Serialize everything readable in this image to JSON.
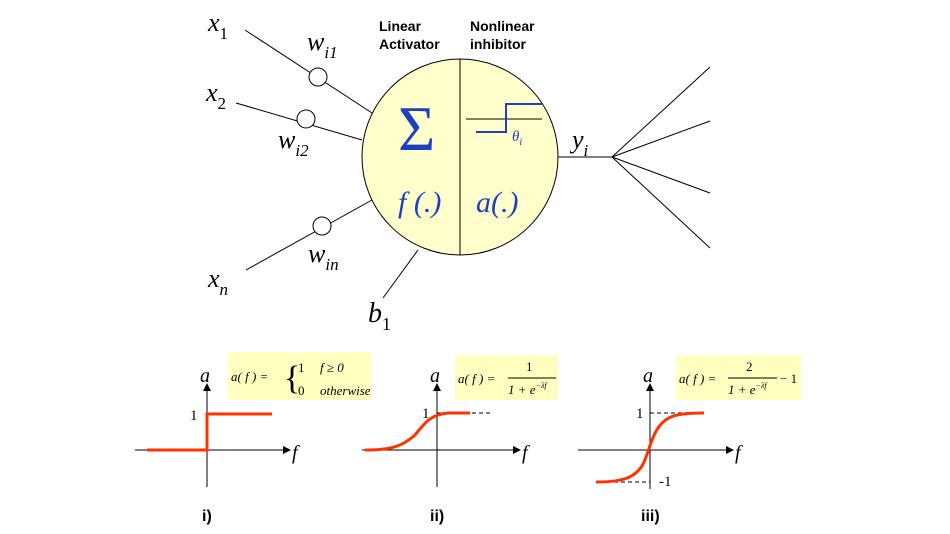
{
  "neuron": {
    "inputs": {
      "x1": {
        "base": "x",
        "sub": "1"
      },
      "x2": {
        "base": "x",
        "sub": "2"
      },
      "xn": {
        "base": "x",
        "sub": "n"
      }
    },
    "weights": {
      "w1": {
        "base": "w",
        "sub": "i1"
      },
      "w2": {
        "base": "w",
        "sub": "i2"
      },
      "wn": {
        "base": "w",
        "sub": "in"
      }
    },
    "bias": {
      "base": "b",
      "sub": "1"
    },
    "output": {
      "base": "y",
      "sub": "i"
    },
    "left_header_line1": "Linear",
    "left_header_line2": "Activator",
    "right_header_line1": "Nonlinear",
    "right_header_line2": "inhibitor",
    "sum_symbol": "Σ",
    "left_func": "f (.)",
    "right_func": "a(.)",
    "threshold": {
      "base": "θ",
      "sub": "i"
    }
  },
  "colors": {
    "cell_fill": "#ffffcc",
    "formula_box": "#ffffc0",
    "curve": "#ff3300",
    "blue_text": "#1f3fbf"
  },
  "plots": [
    {
      "roman": "i)",
      "ylabel": "a",
      "xlabel": "f",
      "tick_top": "1",
      "formula": {
        "lhs": "a( f ) =",
        "case1_val": "1",
        "case1_cond": "f ≥ 0",
        "case2_val": "0",
        "case2_cond": "otherwise"
      }
    },
    {
      "roman": "ii)",
      "ylabel": "a",
      "xlabel": "f",
      "tick_top": "1",
      "formula": {
        "lhs": "a( f ) =",
        "num": "1",
        "den": "1 + e",
        "exp": "−λf"
      }
    },
    {
      "roman": "iii)",
      "ylabel": "a",
      "xlabel": "f",
      "tick_top": "1",
      "tick_bottom": "-1",
      "formula": {
        "lhs": "a( f ) =",
        "num": "2",
        "den": "1 + e",
        "exp": "−λf",
        "tail": "− 1"
      }
    }
  ]
}
